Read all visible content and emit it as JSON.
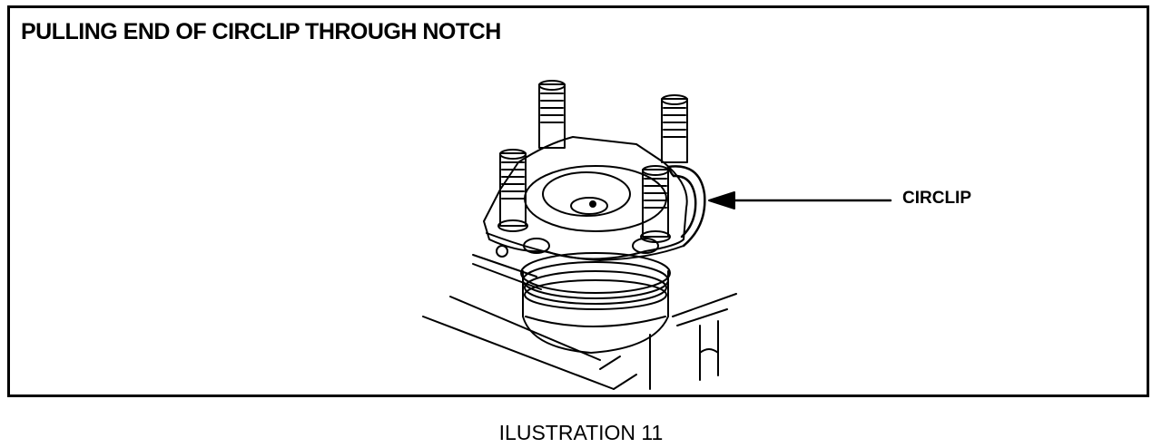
{
  "figure": {
    "title": "PULLING END OF CIRCLIP THROUGH NOTCH",
    "callout_label": "CIRCLIP",
    "caption": "ILUSTRATION 11"
  }
}
